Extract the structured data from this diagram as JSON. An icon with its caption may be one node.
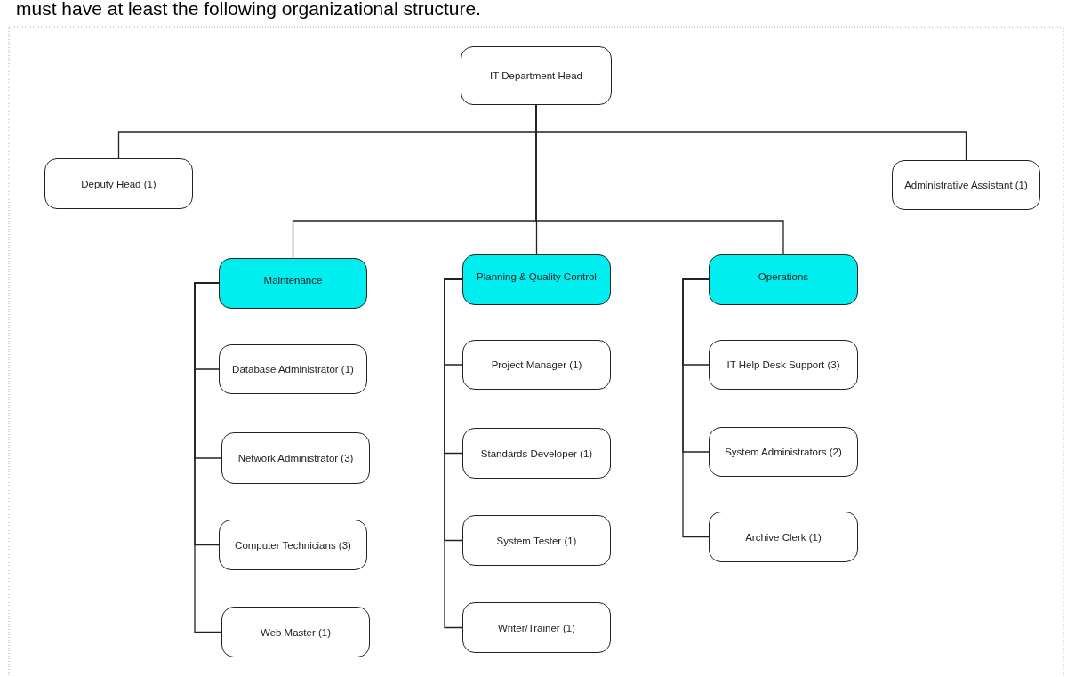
{
  "diagram": {
    "nodes": [
      {
        "text": [
          "IT Department Head"
        ]
      },
      {
        "text": [
          "Deputy Head (1)"
        ]
      },
      {
        "text": [
          "Administrative Assistant (1)"
        ]
      },
      {
        "text": [
          "Maintenance"
        ]
      },
      {
        "text": [
          "Planning & Quality Control"
        ]
      },
      {
        "text": [
          "Operations"
        ]
      },
      {
        "text": [
          "Database Administrator (1)"
        ]
      },
      {
        "text": [
          "Network Administrator (3)"
        ]
      },
      {
        "text": [
          "Computer Technicians (3)"
        ]
      },
      {
        "text": [
          "Web Master (1)"
        ]
      },
      {
        "text": [
          "Project Manager (1)"
        ]
      },
      {
        "text": [
          "Standards Developer (1)"
        ]
      },
      {
        "text": [
          "System Tester (1)"
        ]
      },
      {
        "text": [
          "Writer/Trainer (1)"
        ]
      },
      {
        "text": [
          "IT Help Desk Support (3)"
        ]
      },
      {
        "text": [
          "System Administrators (2)"
        ]
      },
      {
        "text": [
          "Archive Clerk (1)"
        ]
      }
    ],
    "edges": [
      {
        "from": 0,
        "to": 1,
        "arrow": "none"
      },
      {
        "from": 0,
        "to": 2,
        "arrow": "none"
      },
      {
        "from": 0,
        "to": 3,
        "arrow": "none"
      },
      {
        "from": 0,
        "to": 4,
        "arrow": "none"
      },
      {
        "from": 0,
        "to": 5,
        "arrow": "none"
      },
      {
        "from": 3,
        "to": 6,
        "arrow": "none"
      },
      {
        "from": 3,
        "to": 7,
        "arrow": "none"
      },
      {
        "from": 3,
        "to": 8,
        "arrow": "none"
      },
      {
        "from": 3,
        "to": 9,
        "arrow": "none"
      },
      {
        "from": 4,
        "to": 10,
        "arrow": "none"
      },
      {
        "from": 4,
        "to": 11,
        "arrow": "none"
      },
      {
        "from": 4,
        "to": 12,
        "arrow": "none"
      },
      {
        "from": 4,
        "to": 13,
        "arrow": "none"
      },
      {
        "from": 5,
        "to": 14,
        "arrow": "none"
      },
      {
        "from": 5,
        "to": 15,
        "arrow": "none"
      },
      {
        "from": 5,
        "to": 16,
        "arrow": "none"
      }
    ],
    "labels": [
      "must have at least the following organizational structure."
    ]
  }
}
